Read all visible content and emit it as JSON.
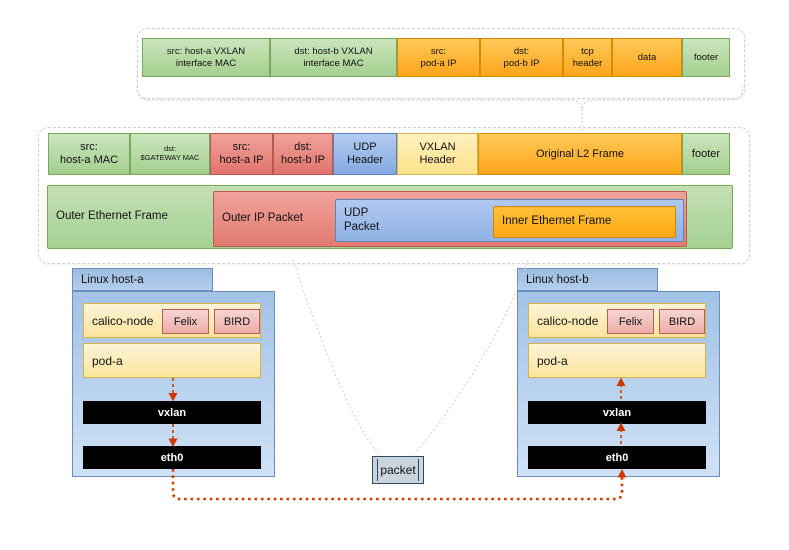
{
  "colors": {
    "green_fill": "#a3cf8e",
    "orange_fill": "#ffa51b",
    "red_fill": "#e0746b",
    "blue_fill": "#84a9e0",
    "pale_yellow_fill": "#ffe189",
    "host_blue_fill": "#b3cdec",
    "yellow_box_fill": "#fce49c",
    "pink_fill": "#edaea8",
    "interface_bar_fill": "#000000",
    "packet_fill": "#c9d4dd",
    "flow_arrow_red": "#cc3a00",
    "connector_gray": "#d8d8d8"
  },
  "inner_frame_bar": {
    "segments": [
      {
        "label": "src: host-a VXLAN\ninterface MAC",
        "color": "green"
      },
      {
        "label": "dst: host-b VXLAN\ninterface MAC",
        "color": "green"
      },
      {
        "label": "src:\npod-a IP",
        "color": "orange"
      },
      {
        "label": "dst:\npod-b IP",
        "color": "orange"
      },
      {
        "label": "tcp\nheader",
        "color": "orange"
      },
      {
        "label": "data",
        "color": "orange"
      },
      {
        "label": "footer",
        "color": "green"
      }
    ]
  },
  "outer_frame_bar": {
    "segments": [
      {
        "label": "src:\nhost-a MAC",
        "color": "green"
      },
      {
        "label": "dst:\n$GATEWAY MAC",
        "color": "green"
      },
      {
        "label": "src:\nhost-a IP",
        "color": "red"
      },
      {
        "label": "dst:\nhost-b IP",
        "color": "red"
      },
      {
        "label": "UDP\nHeader",
        "color": "blue"
      },
      {
        "label": "VXLAN\nHeader",
        "color": "pale_yellow"
      },
      {
        "label": "Original L2 Frame",
        "color": "orange"
      },
      {
        "label": "footer",
        "color": "green"
      }
    ]
  },
  "encapsulation": {
    "outer_ethernet_label": "Outer Ethernet Frame",
    "outer_ip_label": "Outer IP Packet",
    "udp_label": "UDP\nPacket",
    "inner_ethernet_label": "Inner Ethernet Frame"
  },
  "host_a": {
    "title": "Linux host-a",
    "calico_node_label": "calico-node",
    "felix_label": "Felix",
    "bird_label": "BIRD",
    "pod_label": "pod-a",
    "vxlan_label": "vxlan",
    "eth_label": "eth0"
  },
  "host_b": {
    "title": "Linux host-b",
    "calico_node_label": "calico-node",
    "felix_label": "Felix",
    "bird_label": "BIRD",
    "pod_label": "pod-a",
    "vxlan_label": "vxlan",
    "eth_label": "eth0"
  },
  "packet": {
    "label": "packet"
  }
}
